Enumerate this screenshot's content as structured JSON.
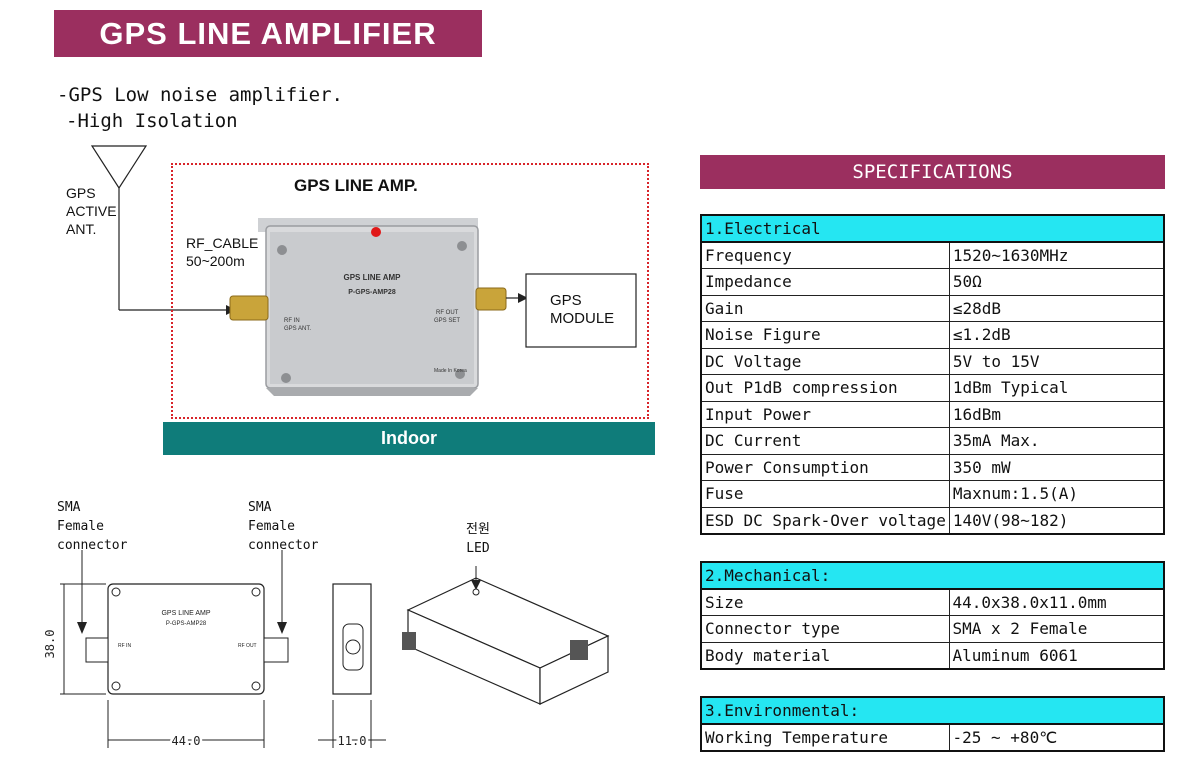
{
  "title": "GPS LINE AMPLIFIER",
  "features": [
    "-GPS Low noise amplifier.",
    "-High Isolation"
  ],
  "diagram": {
    "antenna_label": [
      "GPS",
      "ACTIVE",
      "ANT."
    ],
    "cable_label": [
      "RF_CABLE",
      "50~200m"
    ],
    "device_title": "GPS LINE AMP.",
    "module_label": [
      "GPS",
      "MODULE"
    ],
    "indoor_label": "Indoor",
    "product_text": [
      "GPS LINE AMP",
      "P-GPS-AMP28"
    ],
    "port_left": [
      "RF IN",
      "GPS ANT."
    ],
    "port_right": [
      "RF OUT",
      "GPS SET"
    ],
    "made_in": "Made In Korea"
  },
  "drawing": {
    "left_connector": [
      "SMA",
      "Female",
      "connector"
    ],
    "right_connector": [
      "SMA",
      "Female",
      "connector"
    ],
    "led_label": [
      "전원",
      "LED"
    ],
    "dim_height": "38.0",
    "dim_width": "44.0",
    "dim_depth": "11.0"
  },
  "specifications": {
    "header": "SPECIFICATIONS",
    "sections": [
      {
        "title": "1.Electrical",
        "rows": [
          [
            "Frequency",
            "1520~1630MHz"
          ],
          [
            "Impedance",
            "50Ω"
          ],
          [
            "Gain",
            "≤28dB"
          ],
          [
            "Noise Figure",
            "≤1.2dB"
          ],
          [
            "DC Voltage",
            "5V to 15V"
          ],
          [
            "Out P1dB compression",
            "1dBm Typical"
          ],
          [
            "Input Power",
            "16dBm"
          ],
          [
            "DC Current",
            "35mA Max."
          ],
          [
            "Power Consumption",
            "350 mW"
          ],
          [
            "Fuse",
            "Maxnum:1.5(A)"
          ],
          [
            "ESD DC Spark-Over voltage",
            "140V(98~182)"
          ]
        ]
      },
      {
        "title": "2.Mechanical:",
        "rows": [
          [
            "Size",
            "44.0x38.0x11.0mm"
          ],
          [
            "Connector type",
            "SMA x 2 Female"
          ],
          [
            "Body material",
            "Aluminum 6061"
          ]
        ]
      },
      {
        "title": "3.Environmental:",
        "rows": [
          [
            "Working Temperature",
            "-25 ~ +80℃"
          ]
        ]
      }
    ]
  },
  "colors": {
    "banner": "#9b2f5f",
    "indoor_bar": "#0f7c7a",
    "section_header": "#25e6f2",
    "frame": "#d8242a"
  }
}
